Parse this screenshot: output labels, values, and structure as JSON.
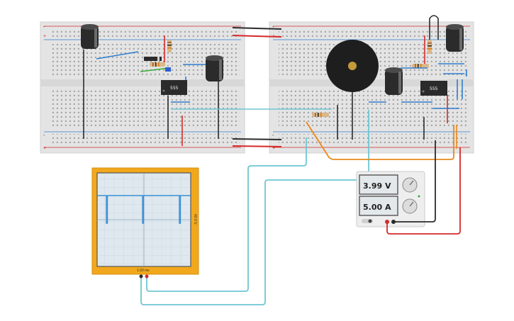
{
  "circuit": {
    "ic_left_label": "555",
    "ic_right_label": "555"
  },
  "oscilloscope": {
    "time_label": "1.00 ms",
    "volt_label": "40.0 V"
  },
  "power_supply": {
    "voltage_readout": "3.99 V",
    "current_readout": "5.00 A"
  },
  "colors": {
    "wire_red": "#d42a2a",
    "wire_black": "#2b2b2b",
    "wire_cyan": "#6ec6d3",
    "wire_blue": "#2f7fcf",
    "wire_orange": "#e8891b",
    "scope_frame": "#f2a81c",
    "trace": "#3a8fd6"
  }
}
